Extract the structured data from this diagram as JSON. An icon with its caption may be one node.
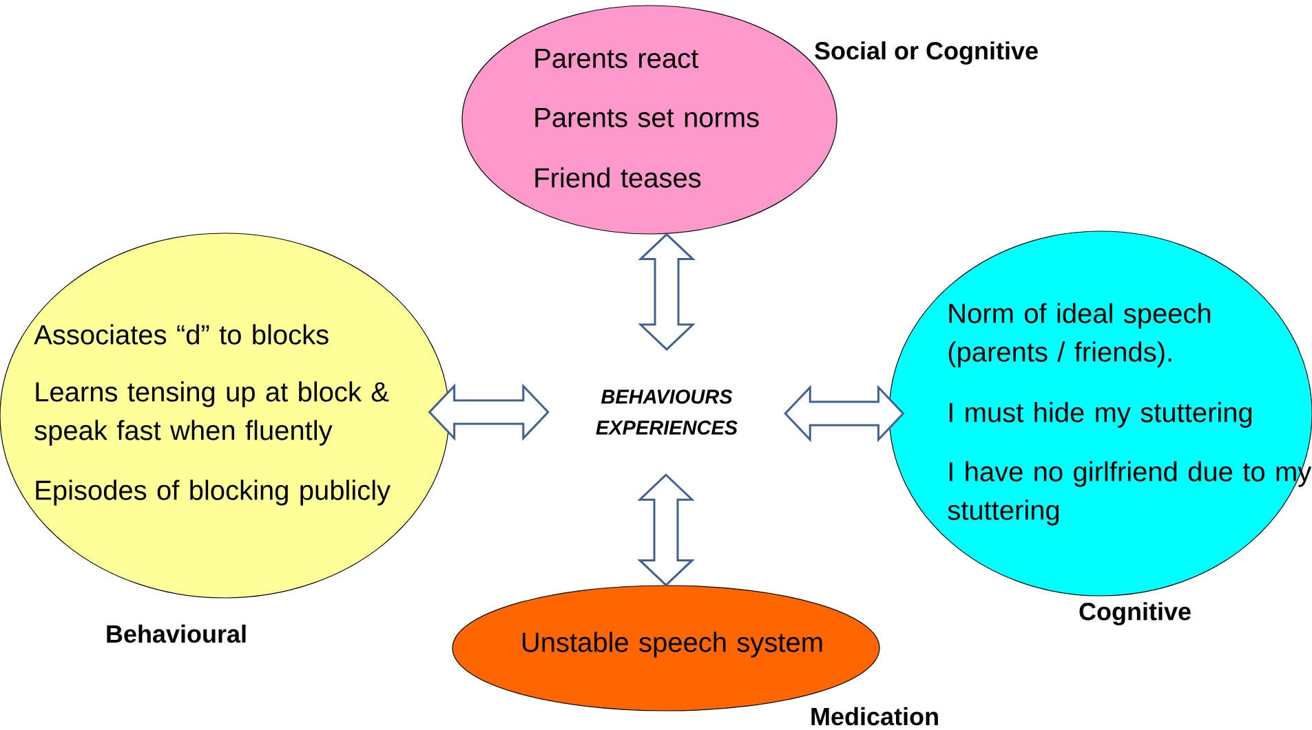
{
  "diagram": {
    "nodes": [
      {
        "text": [
          "Parents react",
          "Parents set norms",
          "Friend teases"
        ],
        "beside": [
          "Social or Cognitive"
        ]
      },
      {
        "text": [
          "Associates “d” to blocks",
          "Learns tensing up at block & speak fast when fluently",
          "Episodes of blocking publicly"
        ],
        "beside": [
          "Behavioural"
        ]
      },
      {
        "text": [
          "BEHAVIOURS EXPERIENCES"
        ]
      },
      {
        "text": [
          "Norm of ideal speech (parents / friends).",
          "I must hide my stuttering",
          "I have no girlfriend due to my stuttering"
        ],
        "beside": [
          "Cognitive"
        ]
      },
      {
        "text": [
          "Unstable speech system"
        ],
        "beside": [
          "Medication"
        ]
      }
    ],
    "edges": [
      {
        "from": 0,
        "to": 2,
        "arrow": "both"
      },
      {
        "from": 1,
        "to": 2,
        "arrow": "both"
      },
      {
        "from": 2,
        "to": 3,
        "arrow": "both"
      },
      {
        "from": 2,
        "to": 4,
        "arrow": "both"
      }
    ]
  }
}
